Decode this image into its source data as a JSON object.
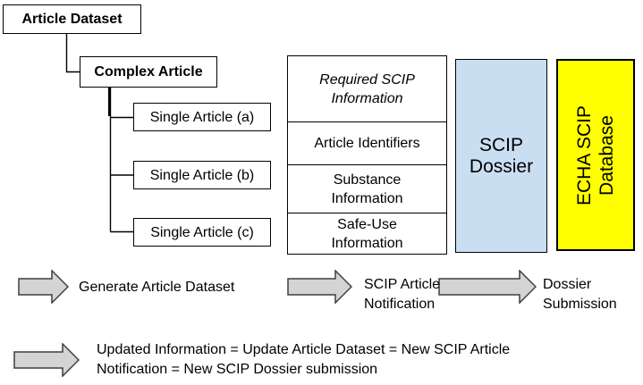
{
  "diagram": {
    "tree": {
      "root_label": "Article Dataset",
      "complex_label": "Complex Article",
      "singles": [
        "Single Article (a)",
        "Single Article (b)",
        "Single Article (c)"
      ]
    },
    "info_panel": {
      "header": "Required SCIP Information",
      "rows": [
        "Article Identifiers",
        "Substance Information",
        "Safe-Use Information"
      ]
    },
    "dossier": {
      "label": "SCIP Dossier",
      "fill": "#C9DEF1"
    },
    "database": {
      "label": "ECHA SCIP Database",
      "fill": "#FFFF00"
    },
    "flow": {
      "step1_label": "Generate Article Dataset",
      "step2_label": "SCIP Article Notification",
      "step3_label": "Dossier Submission",
      "note_line1": "Updated Information = Update Article Dataset = New SCIP Article",
      "note_line2": "Notification = New SCIP Dossier submission"
    },
    "colors": {
      "arrow_fill": "#D4D4D4",
      "arrow_stroke": "#3F3F3F",
      "connector": "#000000"
    }
  }
}
